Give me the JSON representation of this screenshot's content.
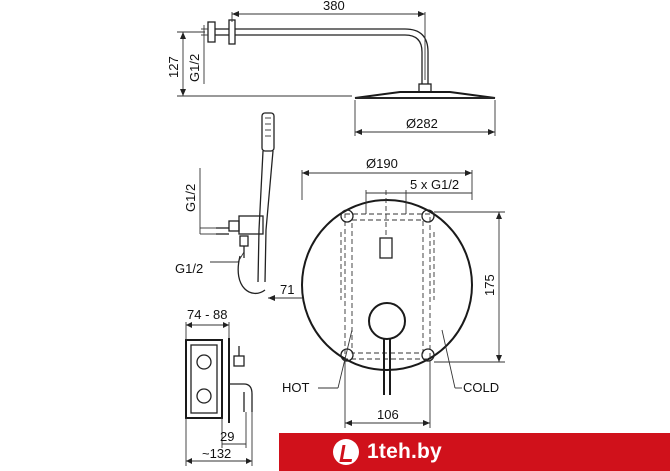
{
  "dimensions": {
    "arm_length": "380",
    "arm_height": "127",
    "thread_top": "G1/2",
    "head_diameter": "Ø282",
    "plate_diameter": "Ø190",
    "outlets": "5 x G1/2",
    "thread_mid": "G1/2",
    "thread_hose": "G1/2",
    "hose_offset": "71",
    "box_height": "175",
    "depth_range": "74 - 88",
    "spout_depth": "29",
    "total_depth": "~132",
    "box_width": "106"
  },
  "labels": {
    "hot": "HOT",
    "cold": "COLD"
  },
  "brand": {
    "text": "1teh.by",
    "color": "#d0111b"
  }
}
